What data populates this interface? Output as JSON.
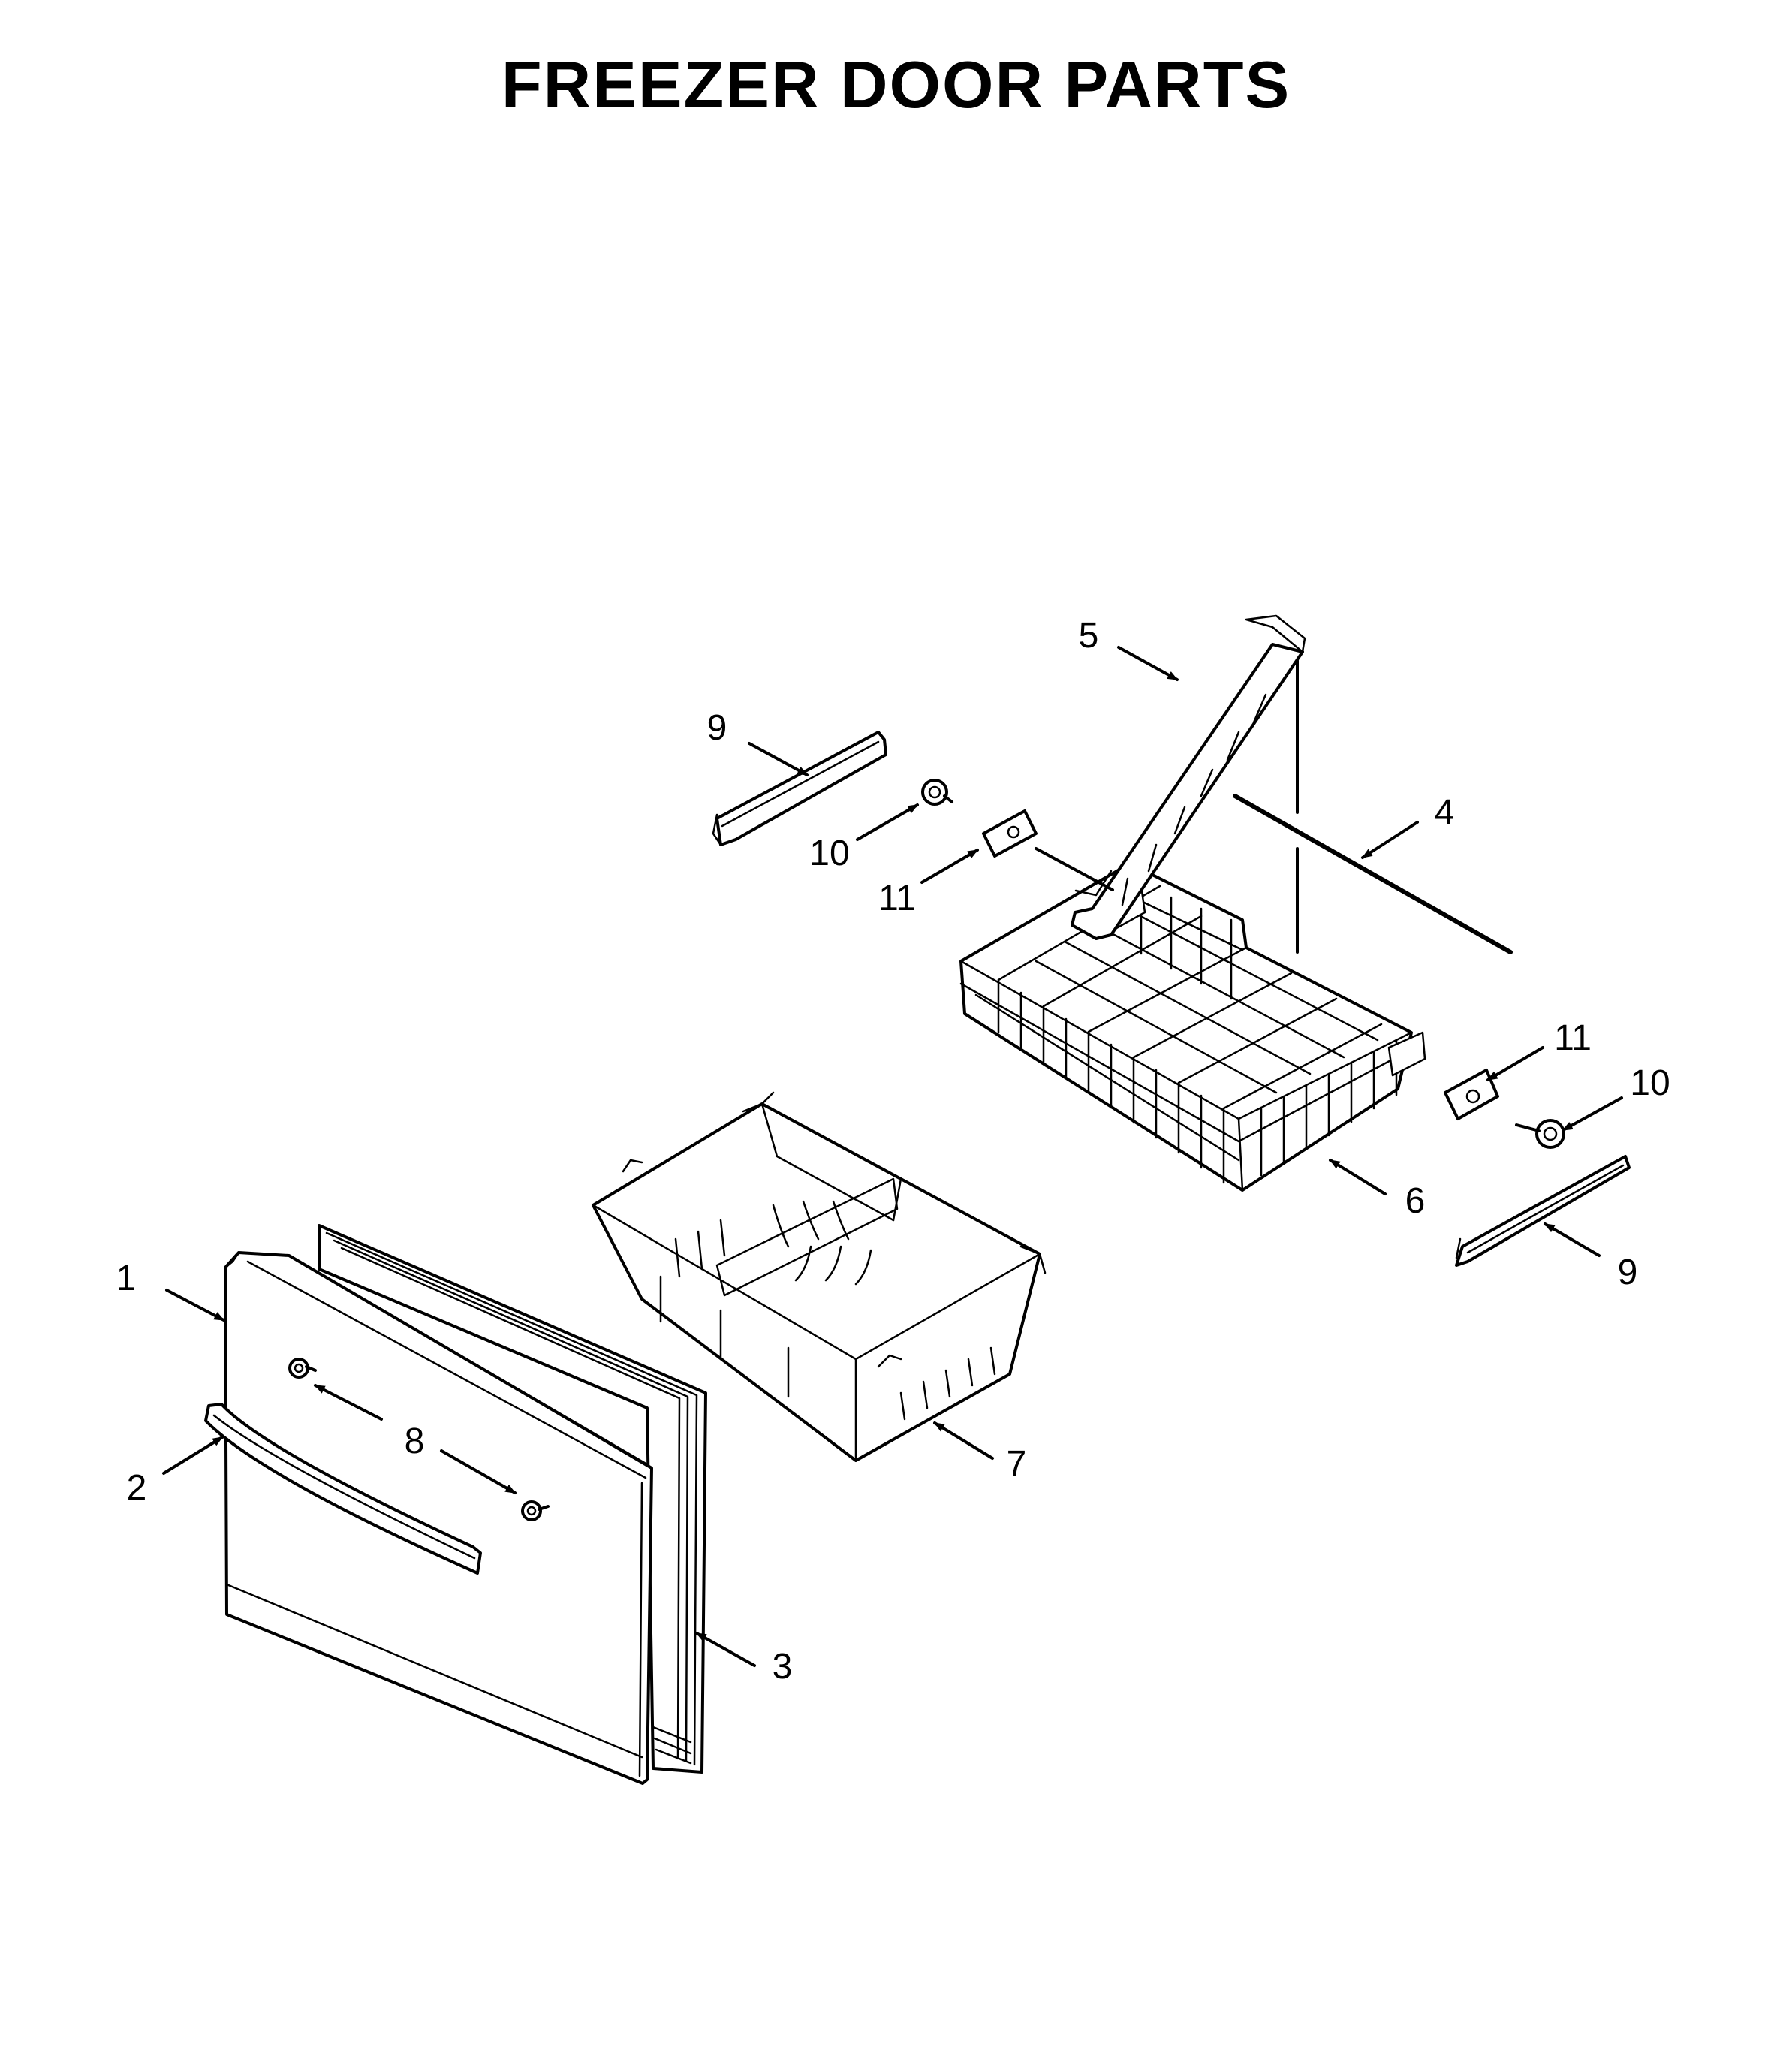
{
  "title": "FREEZER DOOR PARTS",
  "callouts": {
    "c1": "1",
    "c2": "2",
    "c3": "3",
    "c4": "4",
    "c5": "5",
    "c6": "6",
    "c7": "7",
    "c8": "8",
    "c9a": "9",
    "c9b": "9",
    "c10a": "10",
    "c10b": "10",
    "c11a": "11",
    "c11b": "11"
  }
}
